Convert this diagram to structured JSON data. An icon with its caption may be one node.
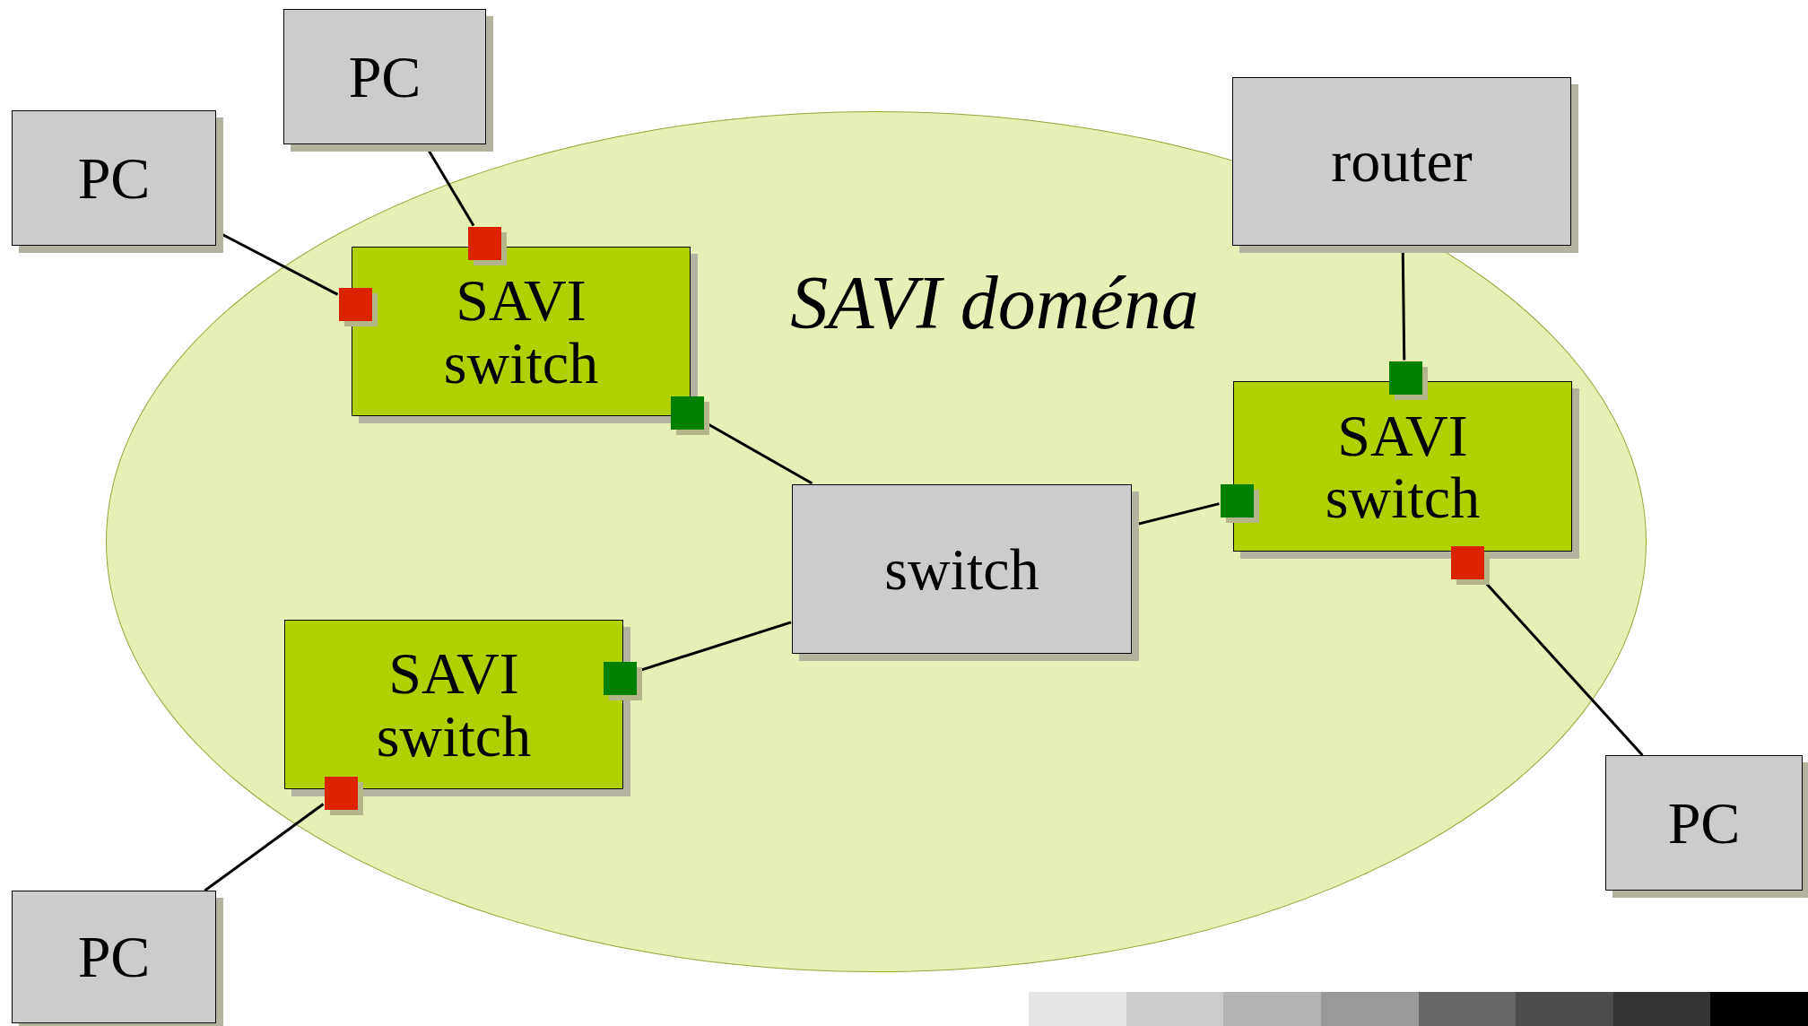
{
  "diagram": {
    "nodes": [
      {
        "text": [
          "SAVI doména"
        ]
      },
      {
        "text": [
          "PC"
        ]
      },
      {
        "text": [
          "PC"
        ]
      },
      {
        "text": [
          "router"
        ]
      },
      {
        "text": [
          "SAVI switch"
        ],
        "in": 0
      },
      {
        "text": [
          "SAVI switch"
        ],
        "in": 0
      },
      {
        "text": [
          "switch"
        ],
        "in": 0
      },
      {
        "text": [
          "SAVI switch"
        ],
        "in": 0
      },
      {
        "text": [
          "PC"
        ]
      },
      {
        "text": [
          "PC"
        ]
      },
      {
        "text": [],
        "shape": "box",
        "in": 0
      },
      {
        "text": [],
        "shape": "box",
        "in": 0
      },
      {
        "text": [],
        "shape": "box",
        "in": 0
      },
      {
        "text": [],
        "shape": "box",
        "in": 0
      },
      {
        "text": [],
        "shape": "box",
        "in": 0
      },
      {
        "text": [],
        "shape": "box",
        "in": 0
      },
      {
        "text": [],
        "shape": "box",
        "in": 0
      },
      {
        "text": [],
        "shape": "box",
        "in": 0
      }
    ],
    "edges": [
      {
        "from": 1,
        "to": 10,
        "arrow": "none"
      },
      {
        "from": 2,
        "to": 11,
        "arrow": "none"
      },
      {
        "from": 3,
        "to": 12,
        "arrow": "none"
      },
      {
        "from": 13,
        "to": 6,
        "arrow": "none"
      },
      {
        "from": 6,
        "to": 14,
        "arrow": "none"
      },
      {
        "from": 6,
        "to": 16,
        "arrow": "none"
      },
      {
        "from": 15,
        "to": 8,
        "arrow": "none"
      },
      {
        "from": 17,
        "to": 9,
        "arrow": "none"
      }
    ]
  }
}
